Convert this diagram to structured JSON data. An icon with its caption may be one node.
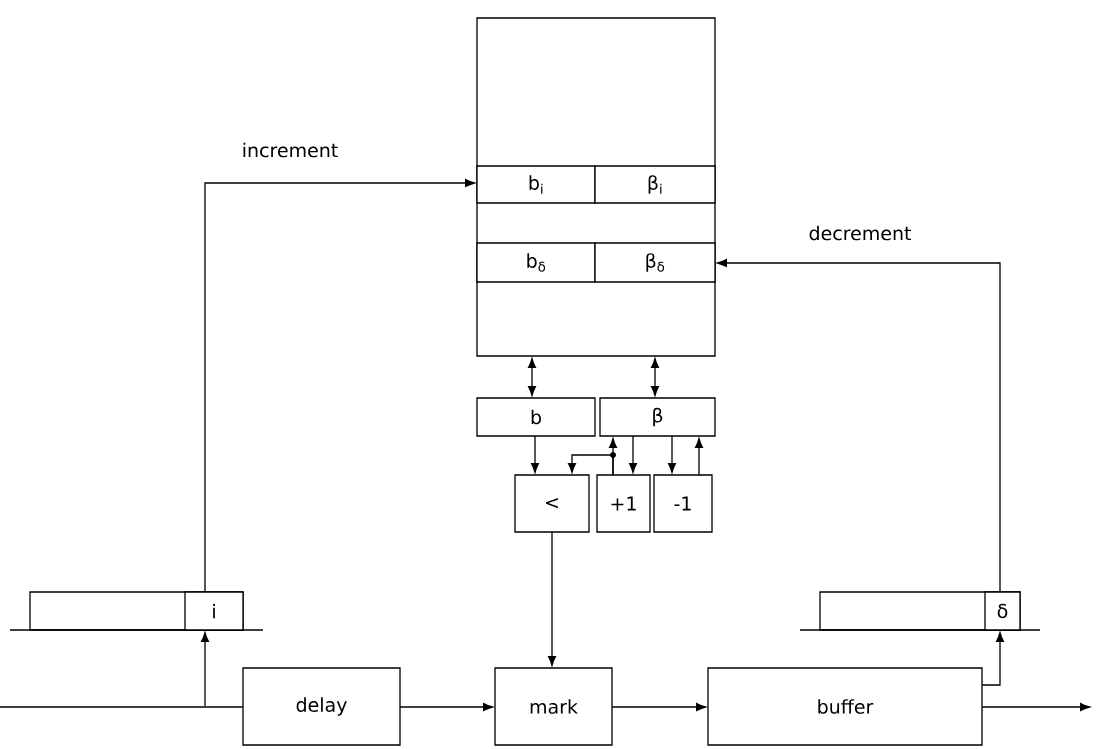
{
  "diagram": {
    "nodes": [
      {
        "text": [],
        "shape": "box"
      },
      {
        "text": [
          "b$_{i}$"
        ],
        "in": 0
      },
      {
        "text": [
          "β$_{i}$"
        ],
        "in": 0
      },
      {
        "text": [
          "b$_{δ}$"
        ],
        "in": 0
      },
      {
        "text": [
          "β$_{δ}$"
        ],
        "in": 0
      },
      {
        "text": [
          "b"
        ]
      },
      {
        "text": [
          "β"
        ]
      },
      {
        "text": [
          "<"
        ]
      },
      {
        "text": [
          "+1"
        ]
      },
      {
        "text": [
          "-1"
        ]
      },
      {
        "text": [],
        "shape": "box"
      },
      {
        "text": [
          "i"
        ],
        "in": 10
      },
      {
        "text": [],
        "shape": "box"
      },
      {
        "text": [
          "δ"
        ],
        "in": 12
      },
      {
        "text": [
          "delay"
        ]
      },
      {
        "text": [
          "mark"
        ]
      },
      {
        "text": [
          "buffer"
        ]
      }
    ],
    "edges": [
      {
        "from": null,
        "to": 14,
        "arrow": "none"
      },
      {
        "from": null,
        "to": 11,
        "arrow": "to"
      },
      {
        "from": 14,
        "to": 15,
        "arrow": "to"
      },
      {
        "from": 15,
        "to": 16,
        "arrow": "to"
      },
      {
        "from": 16,
        "to": null,
        "arrow": "to"
      },
      {
        "from": 16,
        "to": 13,
        "arrow": "to"
      },
      {
        "from": 11,
        "to": 1,
        "arrow": "to",
        "label": "increment"
      },
      {
        "from": 13,
        "to": 4,
        "arrow": "to",
        "label": "decrement"
      },
      {
        "from": 0,
        "to": 5,
        "arrow": "both"
      },
      {
        "from": 0,
        "to": 6,
        "arrow": "both"
      },
      {
        "from": 5,
        "to": 7,
        "arrow": "to"
      },
      {
        "from": 8,
        "to": 6,
        "arrow": "to"
      },
      {
        "from": 8,
        "to": 7,
        "arrow": "to"
      },
      {
        "from": 6,
        "to": 8,
        "arrow": "to"
      },
      {
        "from": 6,
        "to": 9,
        "arrow": "to"
      },
      {
        "from": 9,
        "to": 6,
        "arrow": "to"
      },
      {
        "from": 7,
        "to": 15,
        "arrow": "to"
      }
    ]
  }
}
